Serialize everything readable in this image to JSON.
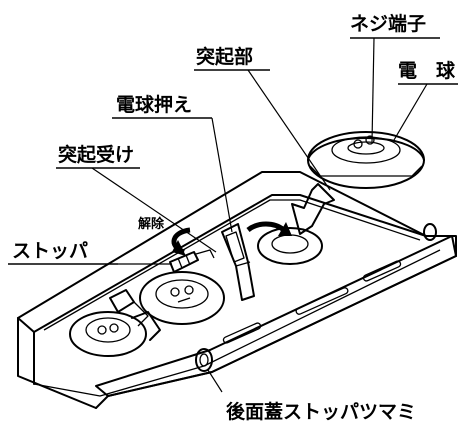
{
  "labels": {
    "screw_terminal": "ネジ端子",
    "bulb": "電　球",
    "protrusion": "突起部",
    "bulb_holder": "電球押え",
    "protrusion_receiver": "突起受け",
    "release": "解除",
    "stopper": "ストッパ",
    "rear_cover_knob": "後面蓋ストッパツマミ"
  },
  "colors": {
    "line": "#000000",
    "background": "#ffffff"
  },
  "icons": {
    "release_arrow": "curved-arrow-icon",
    "insert_arrow": "curved-arrow-icon",
    "drop_arrow": "down-arrow-icon"
  }
}
